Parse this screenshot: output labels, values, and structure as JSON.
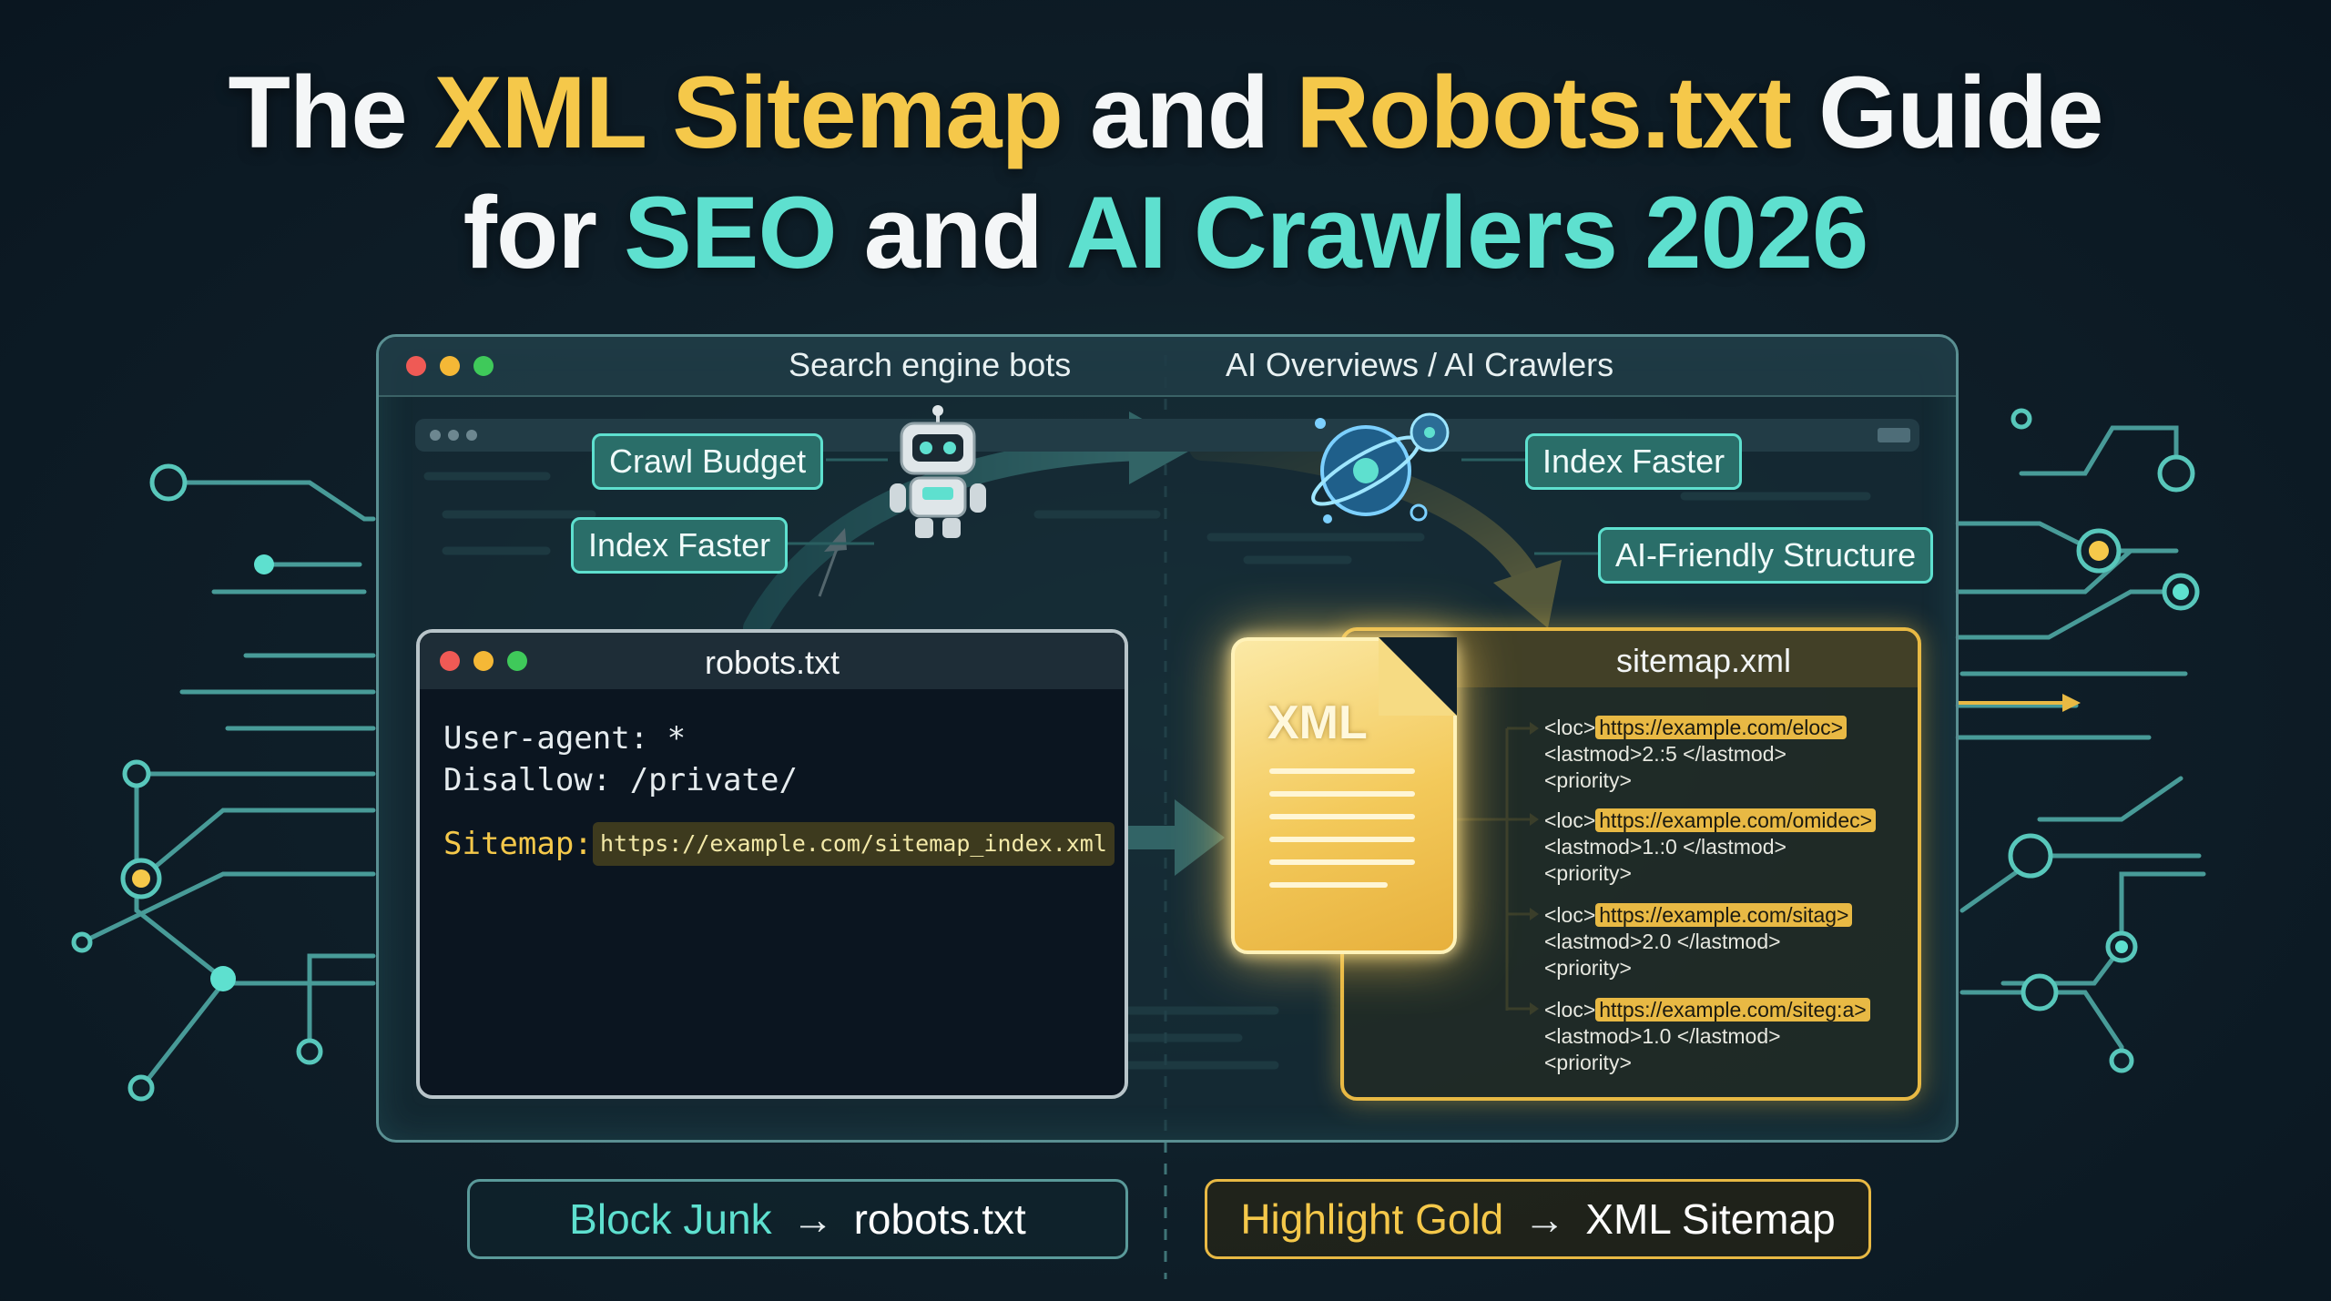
{
  "title": {
    "line1": [
      {
        "text": "The ",
        "tone": "white"
      },
      {
        "text": "XML Sitemap",
        "tone": "gold"
      },
      {
        "text": " and ",
        "tone": "white"
      },
      {
        "text": "Robots.txt",
        "tone": "gold"
      },
      {
        "text": " Guide",
        "tone": "white"
      }
    ],
    "line2": [
      {
        "text": "for ",
        "tone": "white"
      },
      {
        "text": "SEO",
        "tone": "teal"
      },
      {
        "text": " and ",
        "tone": "white"
      },
      {
        "text": "AI Crawlers 2026",
        "tone": "teal"
      }
    ]
  },
  "header": {
    "left_label": "Search engine bots",
    "right_label": "AI Overviews / AI Crawlers"
  },
  "tags": {
    "crawl_budget": "Crawl Budget",
    "index_faster_left": "Index Faster",
    "index_faster_right": "Index Faster",
    "ai_friendly": "AI-Friendly Structure"
  },
  "robots": {
    "title": "robots.txt",
    "user_agent": "User-agent: *",
    "disallow": "Disallow: /private/",
    "sitemap_key": "Sitemap:",
    "sitemap_url": "https://example.com/sitemap_index.xml"
  },
  "sitemap": {
    "title": "sitemap.xml",
    "doc_label": "XML",
    "entries": [
      {
        "loc_tag": "<loc>",
        "url": "https://example.com/eloc>",
        "lastmod": "<lastmod>2.:5 </lastmod>",
        "priority": "<priority>"
      },
      {
        "loc_tag": "<loc>",
        "url": "https://example.com/omidec>",
        "lastmod": "<lastmod>1.:0 </lastmod>",
        "priority": "<priority>"
      },
      {
        "loc_tag": "<loc>",
        "url": "https://example.com/sitag>",
        "lastmod": "<lastmod>2.0 </lastmod>",
        "priority": "<priority>"
      },
      {
        "loc_tag": "<loc>",
        "url": "https://example.com/siteg:a>",
        "lastmod": "<lastmod>1.0 </lastmod>",
        "priority": "<priority>"
      }
    ]
  },
  "bottom": {
    "left": {
      "lead": "Block Junk",
      "arrow": "→",
      "target": "robots.txt"
    },
    "right": {
      "lead": "Highlight Gold",
      "arrow": "→",
      "target": "XML Sitemap"
    }
  },
  "colors": {
    "gold": "#f5c84a",
    "teal": "#5ee0cf",
    "white": "#f4f6f7",
    "background": "#0f1f29"
  },
  "icons": {
    "robot": "robot-icon",
    "planet": "ai-planet-icon",
    "xml_document": "xml-document-icon"
  }
}
